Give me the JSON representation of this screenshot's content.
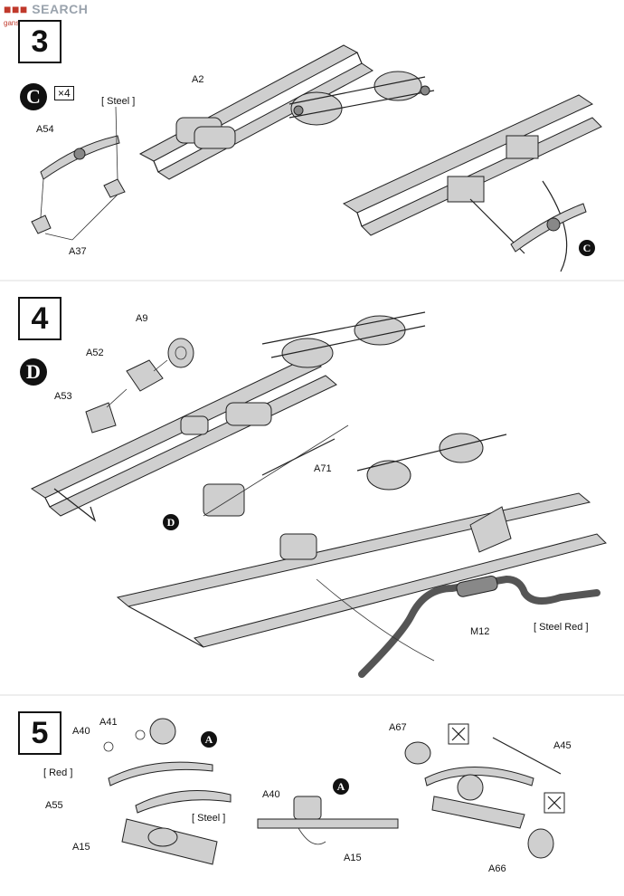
{
  "watermark": {
    "brand": "SEARCH",
    "sub": "ganshop.com"
  },
  "steps": {
    "s3": {
      "number": "3"
    },
    "s4": {
      "number": "4"
    },
    "s5": {
      "number": "5"
    }
  },
  "step3": {
    "sub_c": "C",
    "qty": "×4",
    "steel": "[ Steel ]",
    "a54": "A54",
    "a37": "A37",
    "a2": "A2",
    "c_marker": "C"
  },
  "step4": {
    "a9": "A9",
    "a52": "A52",
    "a53": "A53",
    "sub_d": "D",
    "a71": "A71",
    "d_marker": "D",
    "m12": "M12",
    "steel_red": "[ Steel Red ]"
  },
  "step5": {
    "a41": "A41",
    "a40": "A40",
    "red": "[ Red ]",
    "a_marker": "A",
    "a55": "A55",
    "steel": "[ Steel ]",
    "a15": "A15",
    "a40b": "A40",
    "a_marker_b": "A",
    "a15b": "A15",
    "a67": "A67",
    "a45": "A45",
    "a66": "A66"
  }
}
